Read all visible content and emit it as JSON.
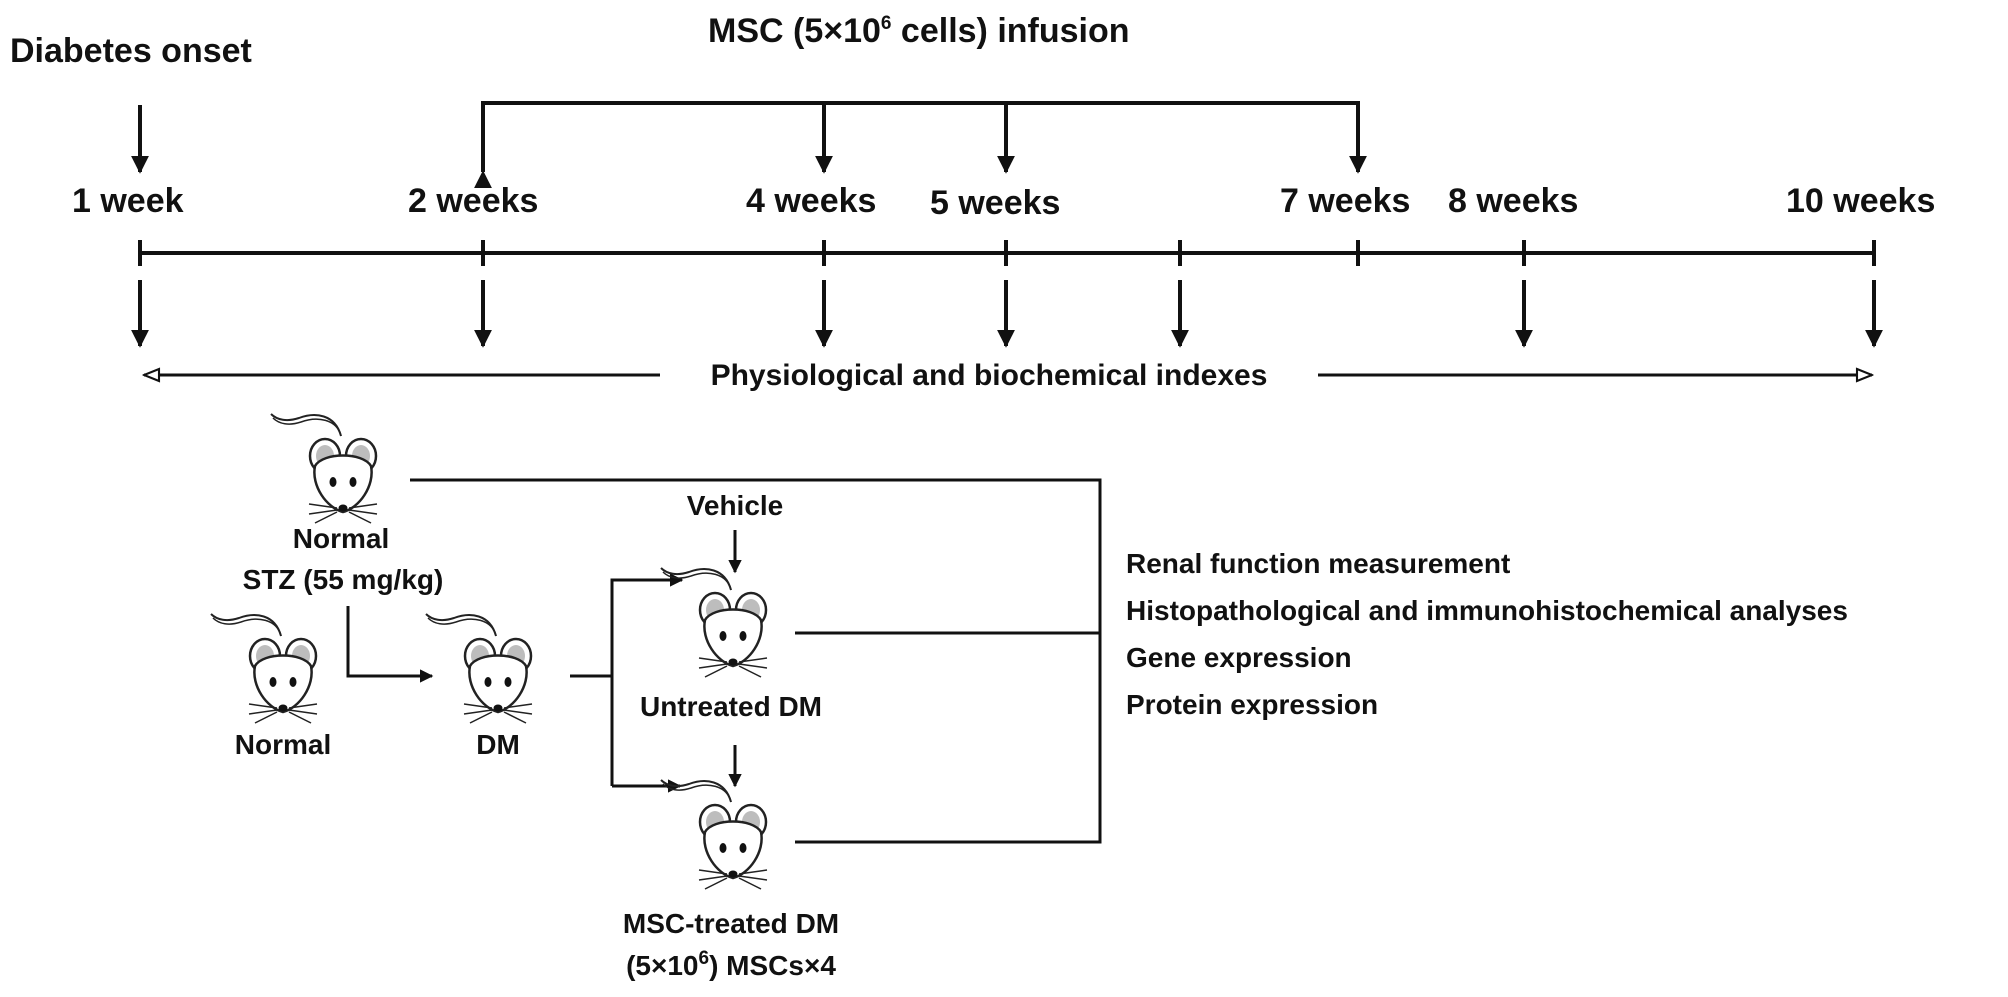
{
  "header": {
    "onset_label": "Diabetes onset",
    "infusion_prefix": "MSC (5×10",
    "infusion_sup": "6",
    "infusion_suffix": " cells) infusion"
  },
  "timeline": {
    "weeks": [
      "1 week",
      "2 weeks",
      "4 weeks",
      "5 weeks",
      "7 weeks",
      "8 weeks",
      "10 weeks"
    ],
    "indexes_label": "Physiological and biochemical indexes"
  },
  "groups": {
    "normal_top": "Normal",
    "stz": "STZ (55 mg/kg)",
    "normal_left": "Normal",
    "dm": "DM",
    "vehicle": "Vehicle",
    "untreated": "Untreated DM",
    "msc_treated": "MSC-treated DM",
    "msc_dose_prefix": "(5×10",
    "msc_dose_sup": "6",
    "msc_dose_suffix": ") MSCs×4"
  },
  "analyses": [
    "Renal function measurement",
    "Histopathological and immunohistochemical analyses",
    "Gene expression",
    "Protein expression"
  ]
}
